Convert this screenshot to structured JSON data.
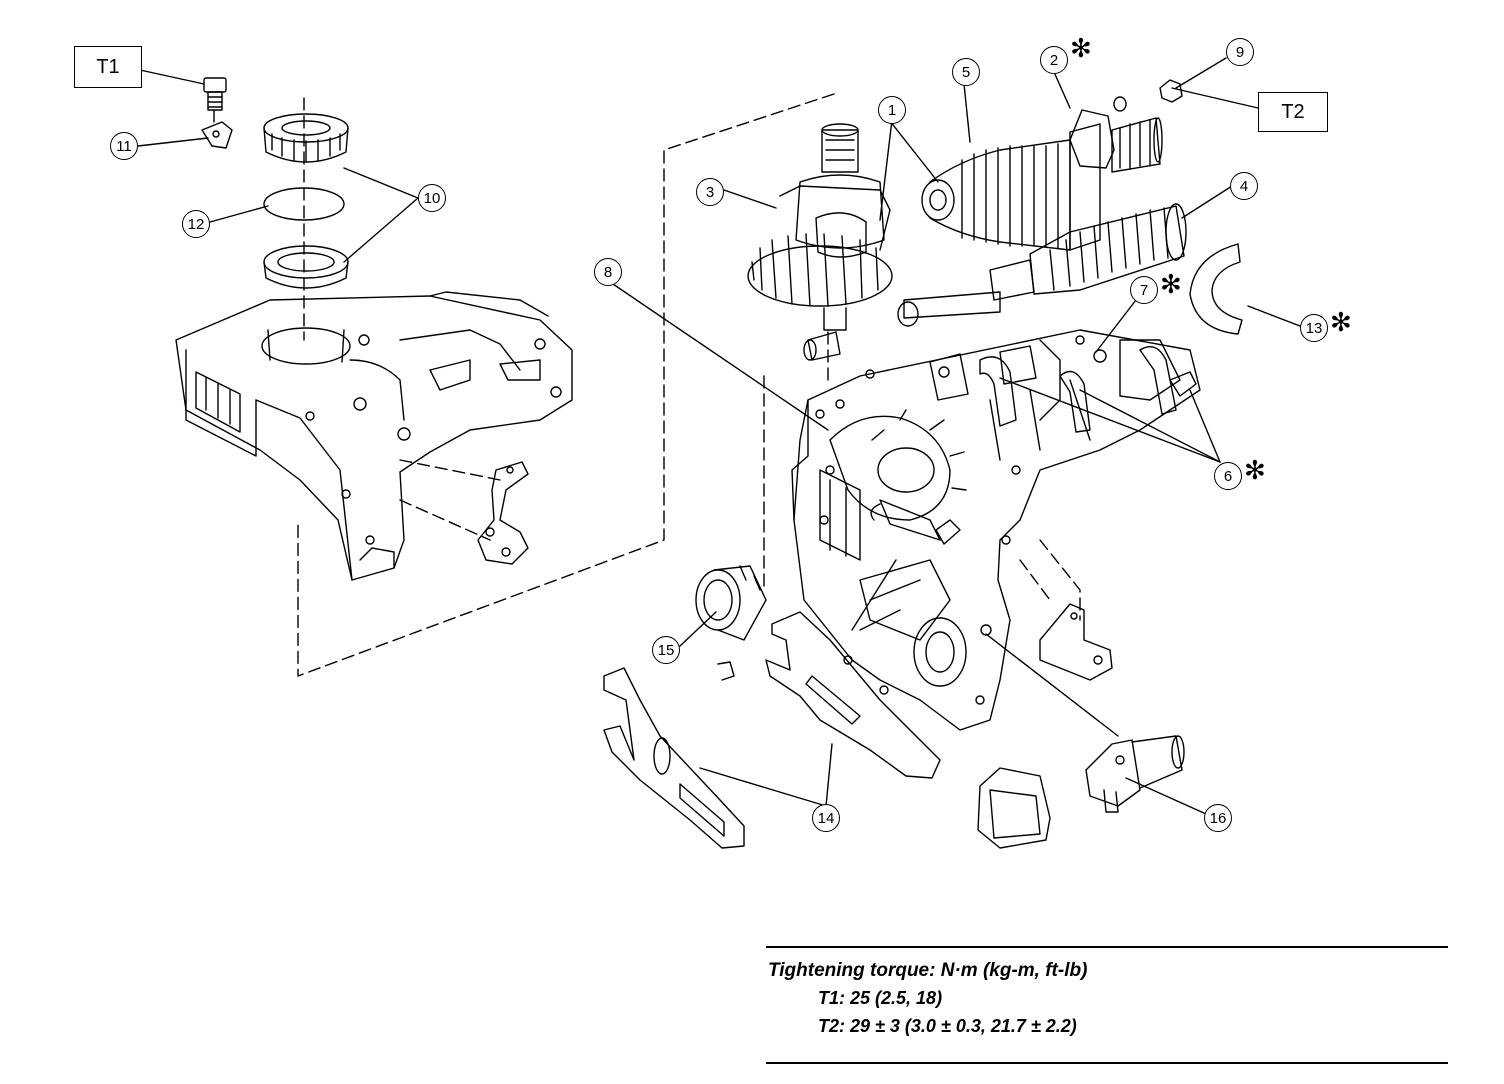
{
  "torque_table": {
    "header": "Tightening torque: N·m (kg-m, ft-lb)",
    "rows": [
      "T1: 25 (2.5, 18)",
      "T2: 29 ± 3 (3.0 ± 0.3, 21.7 ± 2.2)"
    ]
  },
  "tags": {
    "t1": "T1",
    "t2": "T2"
  },
  "callouts": [
    "1",
    "2",
    "3",
    "4",
    "5",
    "6",
    "7",
    "8",
    "9",
    "10",
    "11",
    "12",
    "13",
    "14",
    "15",
    "16"
  ],
  "asterisk": "✻"
}
